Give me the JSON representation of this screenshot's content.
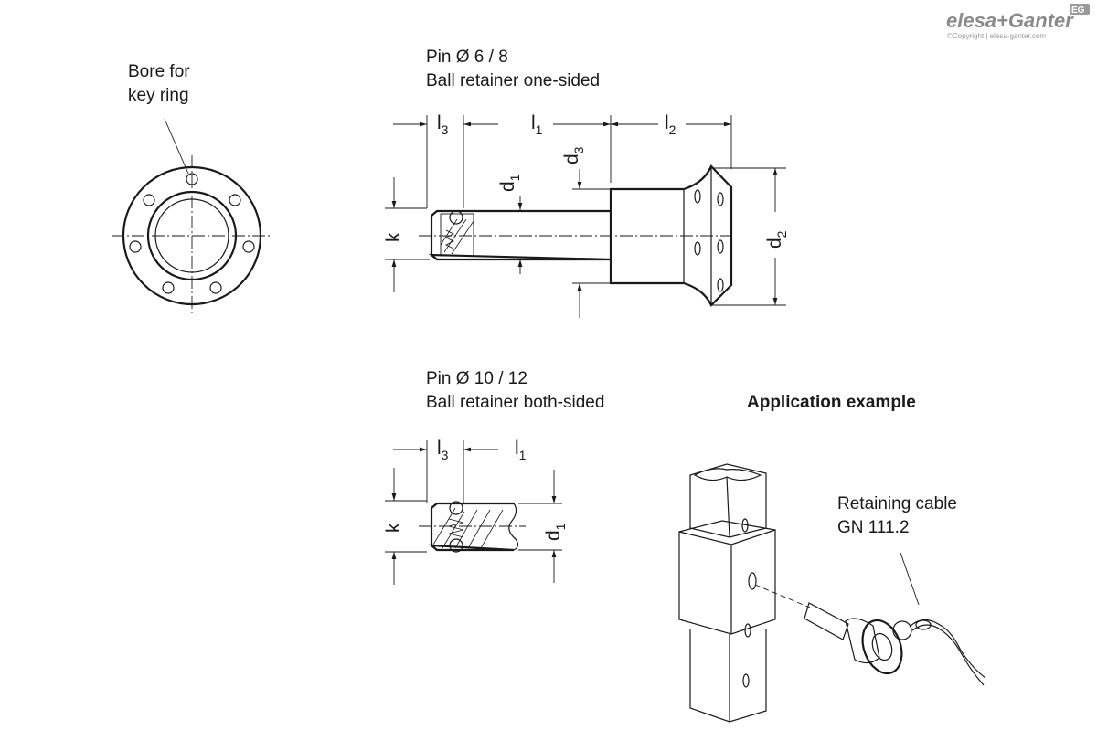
{
  "brand": {
    "name": "elesa+Ganter",
    "badge": "EG",
    "copyright": "©Copyright | elesa-ganter.com"
  },
  "labels": {
    "bore_line1": "Bore for",
    "bore_line2": "key ring",
    "top_title_line1": "Pin Ø 6 / 8",
    "top_title_line2": "Ball retainer one-sided",
    "bottom_title_line1": "Pin Ø 10 / 12",
    "bottom_title_line2": "Ball retainer both-sided",
    "application_title": "Application example",
    "cable_line1": "Retaining cable",
    "cable_line2": "GN 111.2"
  },
  "dimensions": {
    "l3_main": "l",
    "l3_sub": "3",
    "l1_main": "l",
    "l1_sub": "1",
    "l2_main": "l",
    "l2_sub": "2",
    "d3_main": "d",
    "d3_sub": "3",
    "d1_main": "d",
    "d1_sub": "1",
    "d2_main": "d",
    "d2_sub": "2",
    "k": "k",
    "b_l3_main": "l",
    "b_l3_sub": "3",
    "b_l1_main": "l",
    "b_l1_sub": "1",
    "b_d1_main": "d",
    "b_d1_sub": "1",
    "b_k": "k"
  }
}
